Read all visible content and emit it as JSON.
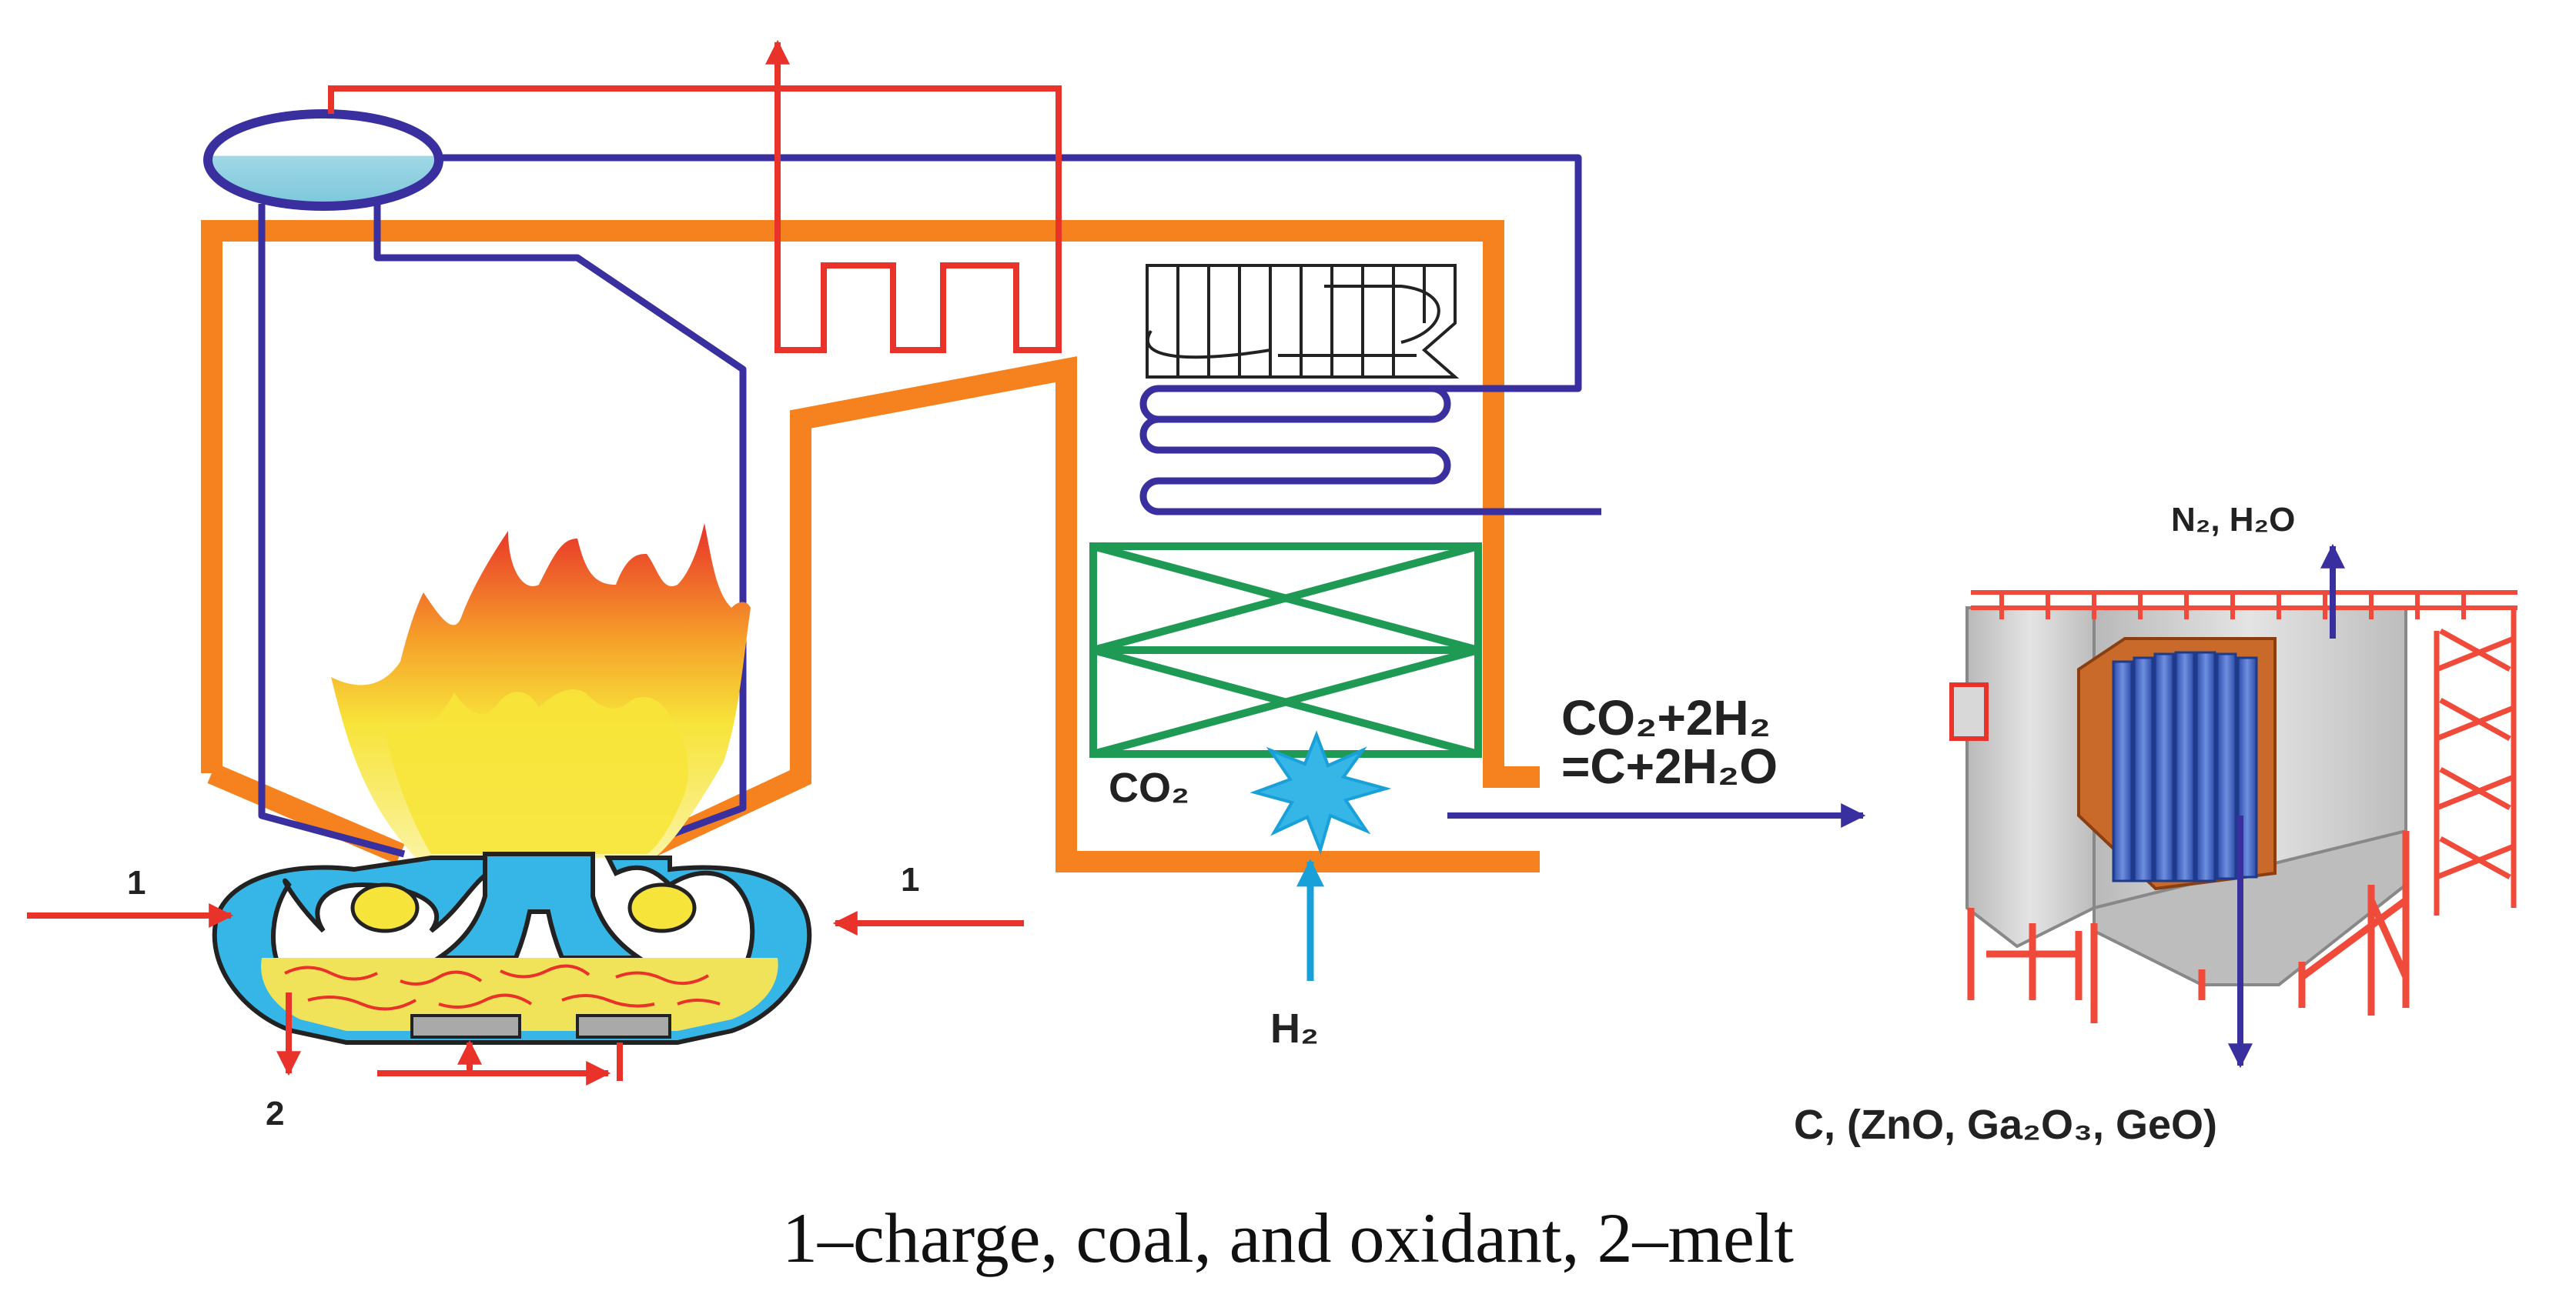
{
  "labels": {
    "feed_left": "1",
    "feed_right": "1",
    "melt_out": "2",
    "co2": "CO₂",
    "h2": "H₂",
    "reaction_line1": "CO₂+2H₂",
    "reaction_line2": "=C+2H₂O",
    "exhaust": "N₂, H₂O",
    "product": "C, (ZnO, Ga₂O₃, GeO)"
  },
  "caption": "1–charge, coal, and oxidant, 2–melt",
  "colors": {
    "casing": "#f5821f",
    "water_circuit": "#3a2f9e",
    "steam_circuit": "#e8322a",
    "economizer": "#1f9a54",
    "co2_burst": "#35b6e6",
    "h2_feed": "#1aa0d8",
    "flame_outer": "#e8322a",
    "flame_inner": "#f7e43a",
    "filter_frame": "#f04a3a",
    "filter_cartridges": "#3b63c8"
  }
}
